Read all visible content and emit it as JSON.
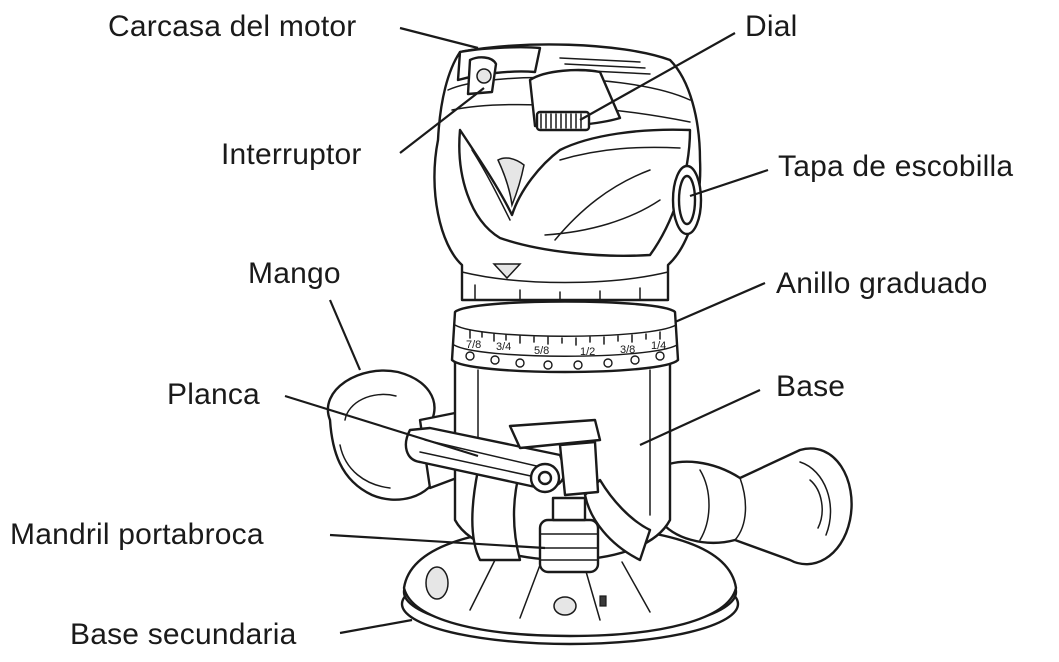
{
  "labels": {
    "carcasa": "Carcasa del motor",
    "dial": "Dial",
    "interruptor": "Interruptor",
    "tapa": "Tapa de escobilla",
    "mango": "Mango",
    "anillo": "Anillo graduado",
    "planca": "Planca",
    "base": "Base",
    "mandril": "Mandril portabroca",
    "base_secundaria": "Base secundaria"
  },
  "scale_ticks": [
    "7/8",
    "3/4",
    "5/8",
    "1/2",
    "3/8",
    "1/4"
  ],
  "colors": {
    "ink": "#1a1a1a",
    "background": "#ffffff"
  }
}
